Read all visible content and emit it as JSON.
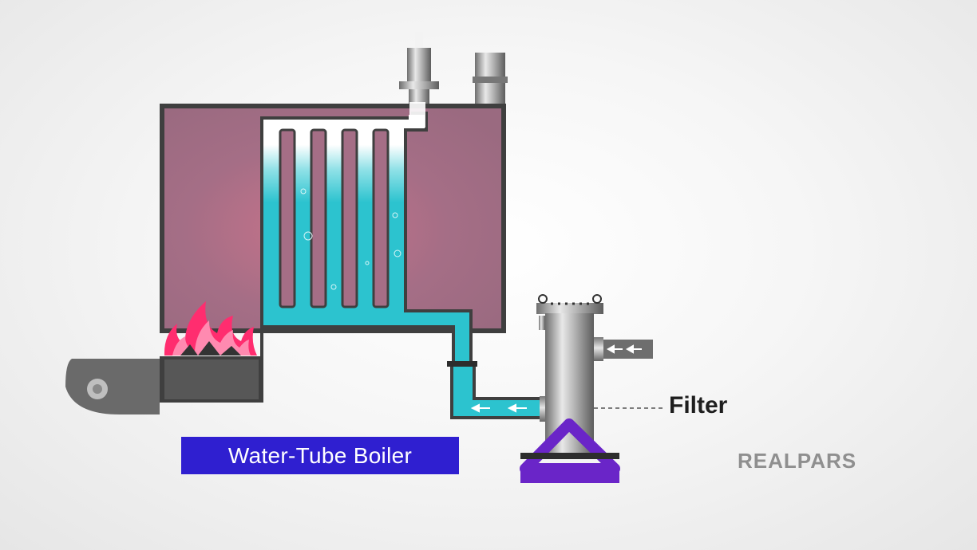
{
  "diagram": {
    "caption": "Water-Tube Boiler",
    "filter_label": "Filter",
    "brand": "REALPARS"
  },
  "colors": {
    "caption_bg": "#2f1fd0",
    "water": "#2cc3cf",
    "flue_gas": "#a56e86",
    "flame": "#ff2d6f",
    "filter_stand": "#6a25c8",
    "casing": "#3f3f3f"
  }
}
